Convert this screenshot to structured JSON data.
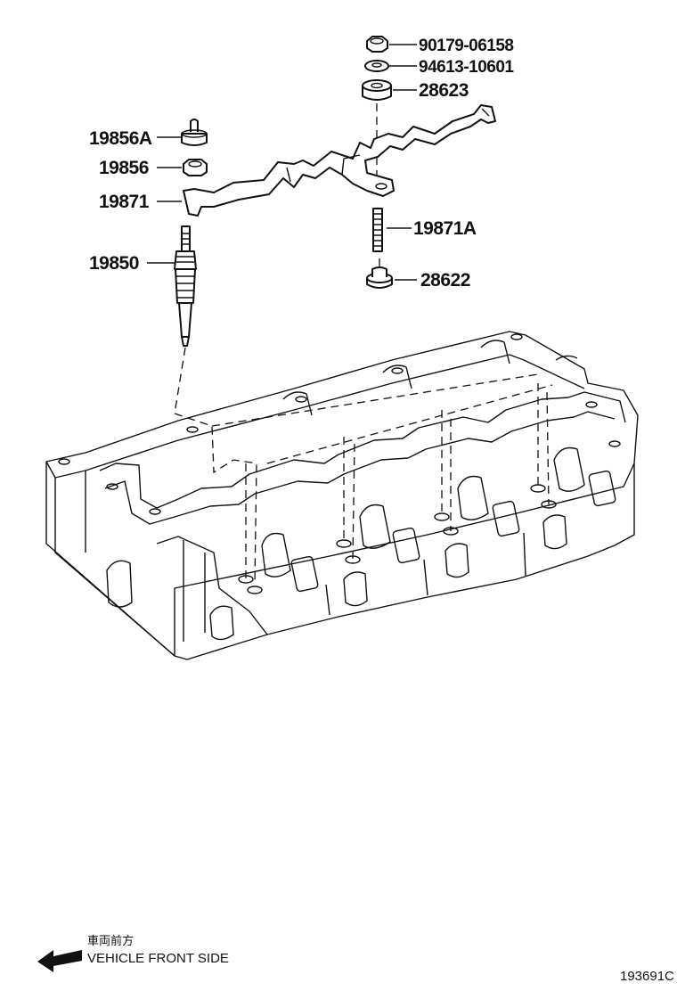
{
  "parts": {
    "p1": "90179-06158",
    "p2": "94613-10601",
    "p3": "28623",
    "p4": "19856A",
    "p5": "19856",
    "p6": "19871",
    "p7": "19871A",
    "p8": "19850",
    "p9": "28622"
  },
  "footer": {
    "direction_jp": "車両前方",
    "direction_en": "VEHICLE FRONT SIDE",
    "diagram_code": "193691C"
  },
  "colors": {
    "line": "#111111",
    "background": "#ffffff"
  },
  "icons": {
    "direction": "arrow-left-icon"
  }
}
